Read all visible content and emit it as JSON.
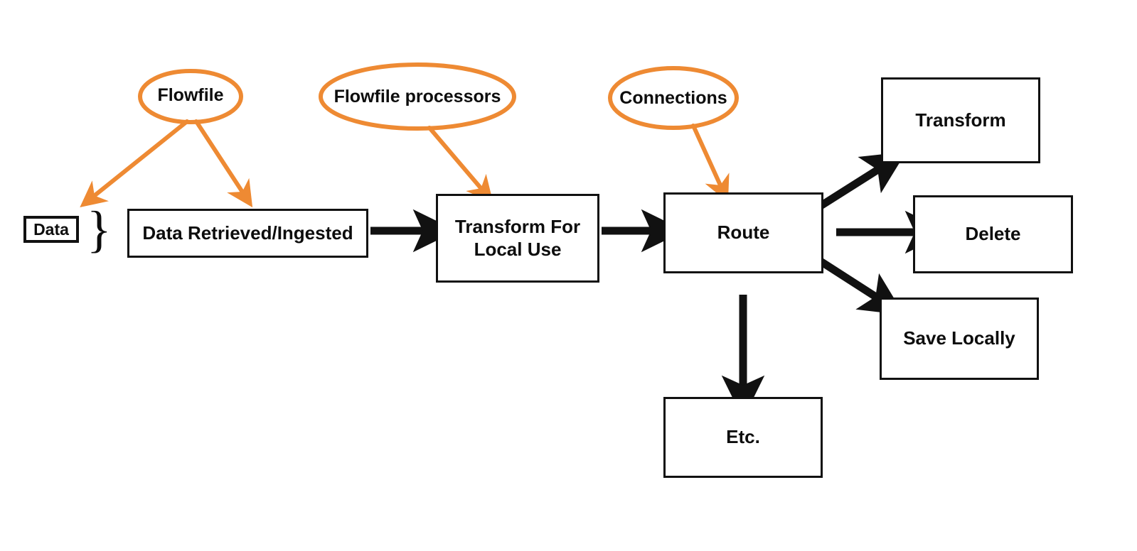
{
  "diagram": {
    "title": "Apache NiFi flowfile / processor / connection overview",
    "background_color": "#ffffff",
    "accent_color": "#ee8a33",
    "line_color": "#111111",
    "brace_glyph": "}",
    "callouts": [
      {
        "id": "flowfile",
        "label": "Flowfile",
        "shape": "ellipse",
        "color": "#ee8a33",
        "targets": [
          "data-box",
          "data-retrieved-ingested"
        ]
      },
      {
        "id": "flowfile-processors",
        "label": "Flowfile processors",
        "shape": "ellipse",
        "color": "#ee8a33",
        "targets": [
          "transform-for-local-use"
        ]
      },
      {
        "id": "connections",
        "label": "Connections",
        "shape": "ellipse",
        "color": "#ee8a33",
        "targets": [
          "route"
        ]
      }
    ],
    "nodes": [
      {
        "id": "data-box",
        "label": "Data"
      },
      {
        "id": "data-retrieved-ingested",
        "label": "Data Retrieved/Ingested"
      },
      {
        "id": "transform-for-local-use",
        "label": "Transform For\nLocal Use"
      },
      {
        "id": "route",
        "label": "Route"
      },
      {
        "id": "transform",
        "label": "Transform"
      },
      {
        "id": "delete",
        "label": "Delete"
      },
      {
        "id": "save-locally",
        "label": "Save Locally"
      },
      {
        "id": "etc",
        "label": "Etc."
      }
    ],
    "edges": [
      {
        "from": "data-retrieved-ingested",
        "to": "transform-for-local-use",
        "style": "black-arrow"
      },
      {
        "from": "transform-for-local-use",
        "to": "route",
        "style": "black-arrow"
      },
      {
        "from": "route",
        "to": "transform",
        "style": "black-arrow"
      },
      {
        "from": "route",
        "to": "delete",
        "style": "black-arrow"
      },
      {
        "from": "route",
        "to": "save-locally",
        "style": "black-arrow"
      },
      {
        "from": "route",
        "to": "etc",
        "style": "black-arrow"
      }
    ]
  }
}
